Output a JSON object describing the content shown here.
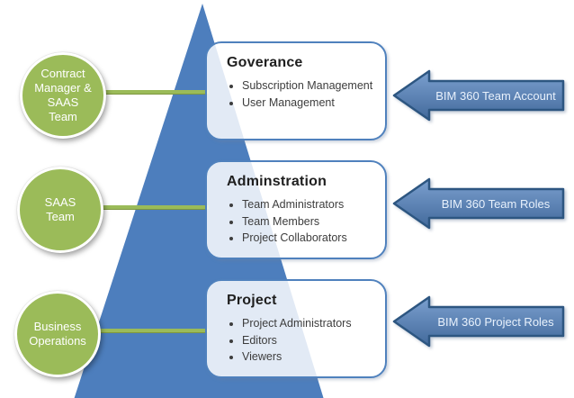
{
  "diagram": {
    "levels": [
      {
        "title": "Goverance",
        "items": [
          "Subscription Management",
          "User Management"
        ],
        "circle_label": "Contract\nManager &\nSAAS\nTeam",
        "arrow_label": "BIM 360 Team Account"
      },
      {
        "title": "Adminstration",
        "items": [
          "Team Administrators",
          "Team Members",
          "Project Collaborators"
        ],
        "circle_label": "SAAS\nTeam",
        "arrow_label": "BIM 360 Team Roles"
      },
      {
        "title": "Project",
        "items": [
          "Project Administrators",
          "Editors",
          "Viewers"
        ],
        "circle_label": "Business\nOperations",
        "arrow_label": "BIM 360 Project Roles"
      }
    ]
  },
  "colors": {
    "triangle": "#4d7ebd",
    "circle_fill": "#9bbb59",
    "connector": "#9bbb59",
    "box_border": "#4f81bd",
    "arrow_gradient_top": "#7ba0cf",
    "arrow_gradient_bottom": "#42699b",
    "arrow_border": "#2d5681",
    "arrow_text": "#e8f1fc"
  }
}
